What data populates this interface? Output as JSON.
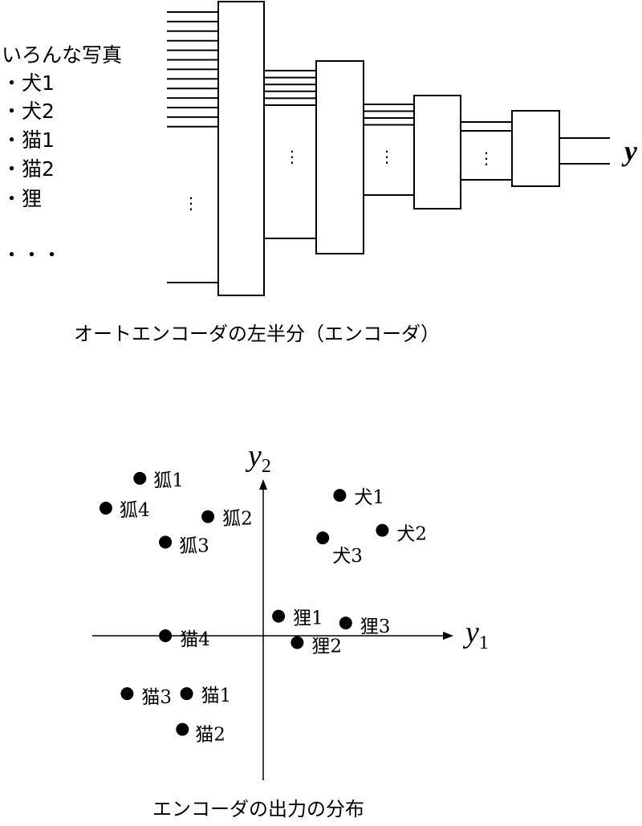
{
  "encoder": {
    "input_title": "いろんな写真",
    "inputs": [
      "・犬1",
      "・犬2",
      "・猫1",
      "・猫2",
      "・狸"
    ],
    "input_more": "・・・",
    "dots": "⋮",
    "output": "y",
    "caption": "オートエンコーダの左半分（エンコーダ）"
  },
  "plot": {
    "x_axis": "y",
    "x_sub": "1",
    "y_axis": "y",
    "y_sub": "2",
    "caption": "エンコーダの出力の分布"
  },
  "chart_data": {
    "type": "scatter",
    "xlabel": "y1",
    "ylabel": "y2",
    "points": [
      {
        "label": "狐1",
        "x": -1.45,
        "y": 1.85
      },
      {
        "label": "狐4",
        "x": -1.85,
        "y": 1.5
      },
      {
        "label": "狐2",
        "x": -0.65,
        "y": 1.4
      },
      {
        "label": "狐3",
        "x": -1.15,
        "y": 1.1
      },
      {
        "label": "犬1",
        "x": 0.9,
        "y": 1.65
      },
      {
        "label": "犬2",
        "x": 1.4,
        "y": 1.24
      },
      {
        "label": "犬3",
        "x": 0.7,
        "y": 1.15
      },
      {
        "label": "狸1",
        "x": 0.18,
        "y": 0.23
      },
      {
        "label": "狸3",
        "x": 0.97,
        "y": 0.15
      },
      {
        "label": "狸2",
        "x": 0.4,
        "y": -0.08
      },
      {
        "label": "猫4",
        "x": -1.15,
        "y": 0.0
      },
      {
        "label": "猫3",
        "x": -1.6,
        "y": -0.68
      },
      {
        "label": "猫1",
        "x": -0.9,
        "y": -0.68
      },
      {
        "label": "猫2",
        "x": -0.95,
        "y": -1.1
      }
    ]
  }
}
